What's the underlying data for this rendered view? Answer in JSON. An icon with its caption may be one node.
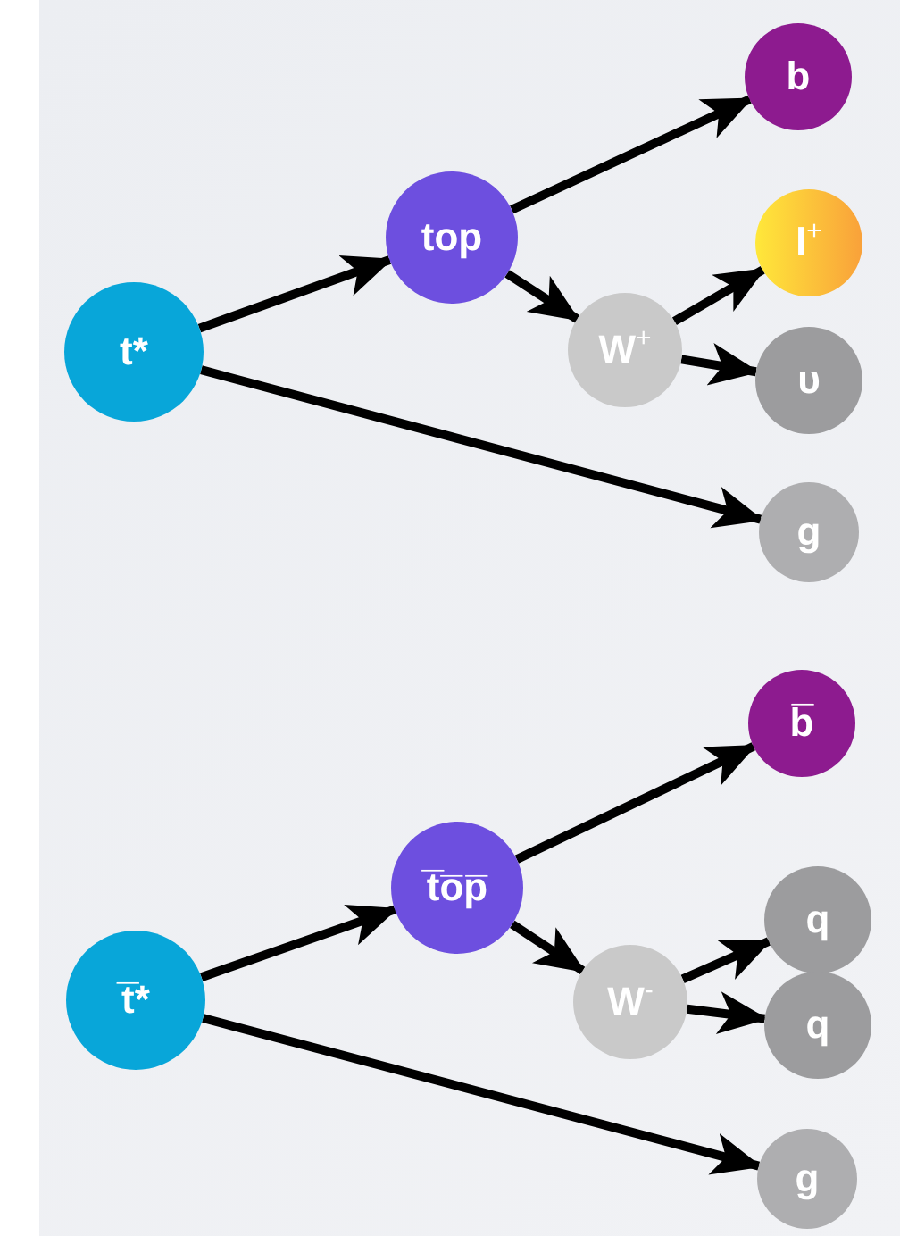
{
  "diagram": {
    "nodes": [
      {
        "text": [
          "t*"
        ]
      },
      {
        "text": [
          "top"
        ]
      },
      {
        "text": [
          "b"
        ]
      },
      {
        "text": [
          "W$^{+}$"
        ]
      },
      {
        "text": [
          "l$^{+}$"
        ]
      },
      {
        "text": [
          "υ"
        ]
      },
      {
        "text": [
          "g"
        ]
      },
      {
        "text": [
          "t̅*"
        ]
      },
      {
        "text": [
          "t̅o̅p̅"
        ]
      },
      {
        "text": [
          "b̅"
        ]
      },
      {
        "text": [
          "W$^{-}$"
        ]
      },
      {
        "text": [
          "q"
        ]
      },
      {
        "text": [
          "q"
        ]
      },
      {
        "text": [
          "g"
        ]
      }
    ],
    "edges": [
      {
        "from": 0,
        "to": 1,
        "arrow": "to"
      },
      {
        "from": 1,
        "to": 2,
        "arrow": "to"
      },
      {
        "from": 1,
        "to": 3,
        "arrow": "to"
      },
      {
        "from": 3,
        "to": 4,
        "arrow": "to"
      },
      {
        "from": 3,
        "to": 5,
        "arrow": "to"
      },
      {
        "from": 0,
        "to": 6,
        "arrow": "to"
      },
      {
        "from": 7,
        "to": 8,
        "arrow": "to"
      },
      {
        "from": 8,
        "to": 9,
        "arrow": "to"
      },
      {
        "from": 8,
        "to": 10,
        "arrow": "to"
      },
      {
        "from": 10,
        "to": 11,
        "arrow": "to"
      },
      {
        "from": 10,
        "to": 12,
        "arrow": "to"
      },
      {
        "from": 7,
        "to": 13,
        "arrow": "to"
      }
    ]
  }
}
